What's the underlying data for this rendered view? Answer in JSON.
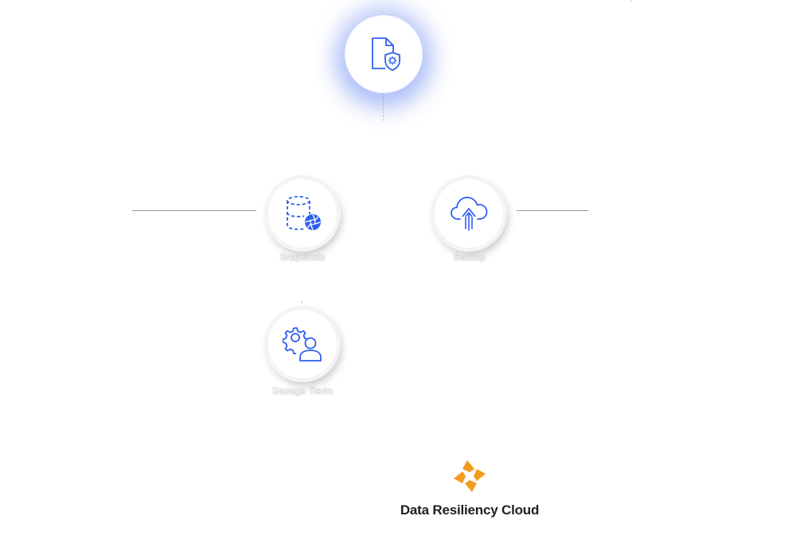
{
  "nodes": {
    "top": {
      "icon": "document-shield-gear-icon"
    },
    "snapshots": {
      "label": "Snapshots",
      "icon": "database-shutter-icon"
    },
    "backup": {
      "label": "Backup",
      "icon": "cloud-upload-icon"
    },
    "tiering": {
      "label": "Storage Tiering",
      "icon": "gear-person-icon"
    }
  },
  "brand": {
    "name": "Data Resiliency Cloud",
    "logo": "pinwheel-logo"
  },
  "colors": {
    "icon_blue": "#2f5ff2",
    "logo_orange": "#f39a1f",
    "connector": "#9a9a9a"
  }
}
